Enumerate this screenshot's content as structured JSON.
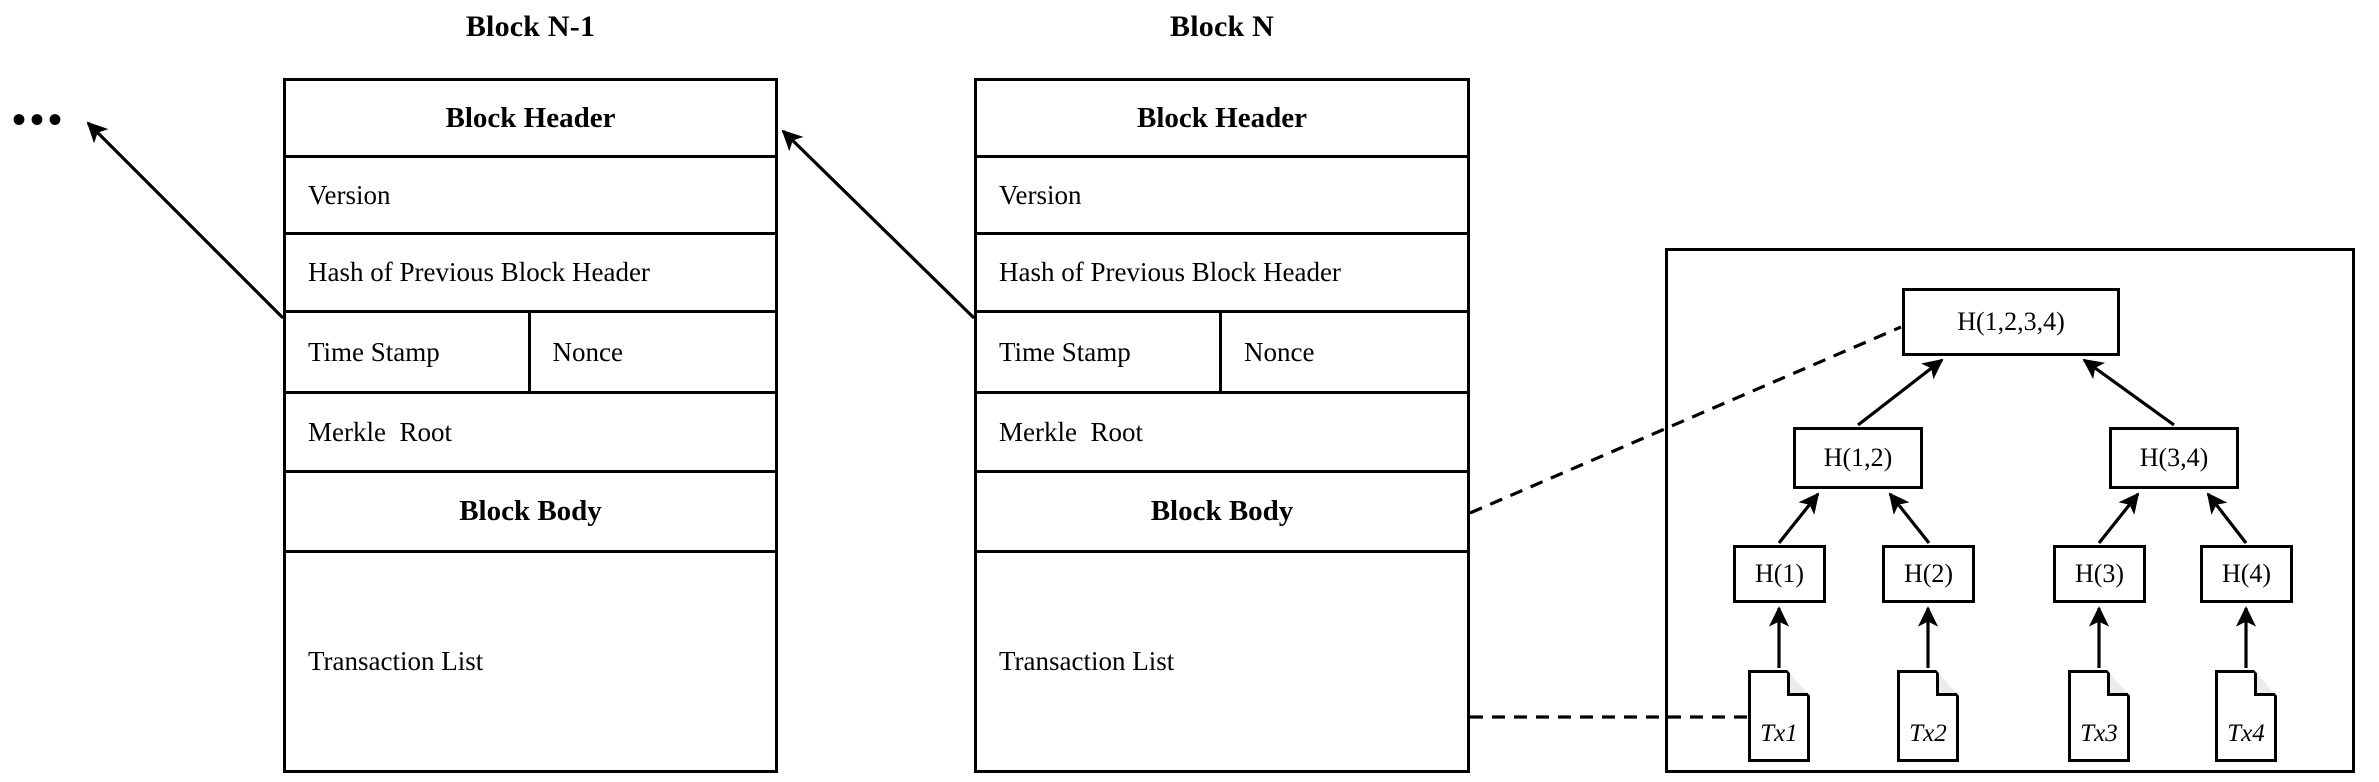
{
  "diagram": {
    "title_prev": "Block N-1",
    "title_curr": "Block N",
    "ellipsis": "•••",
    "block_rows": {
      "header": "Block Header",
      "version": "Version",
      "prev_hash": "Hash of Previous Block Header",
      "timestamp": "Time Stamp",
      "nonce": "Nonce",
      "merkle_root": "Merkle  Root",
      "body": "Block Body",
      "tx_list": "Transaction List"
    },
    "merkle_tree": {
      "root": "H(1,2,3,4)",
      "level2": [
        "H(1,2)",
        "H(3,4)"
      ],
      "level1": [
        "H(1)",
        "H(2)",
        "H(3)",
        "H(4)"
      ],
      "transactions": [
        "Tx1",
        "Tx2",
        "Tx3",
        "Tx4"
      ]
    },
    "colors": {
      "stroke": "#000000",
      "background": "#ffffff",
      "fold_fill": "#ececec"
    }
  }
}
